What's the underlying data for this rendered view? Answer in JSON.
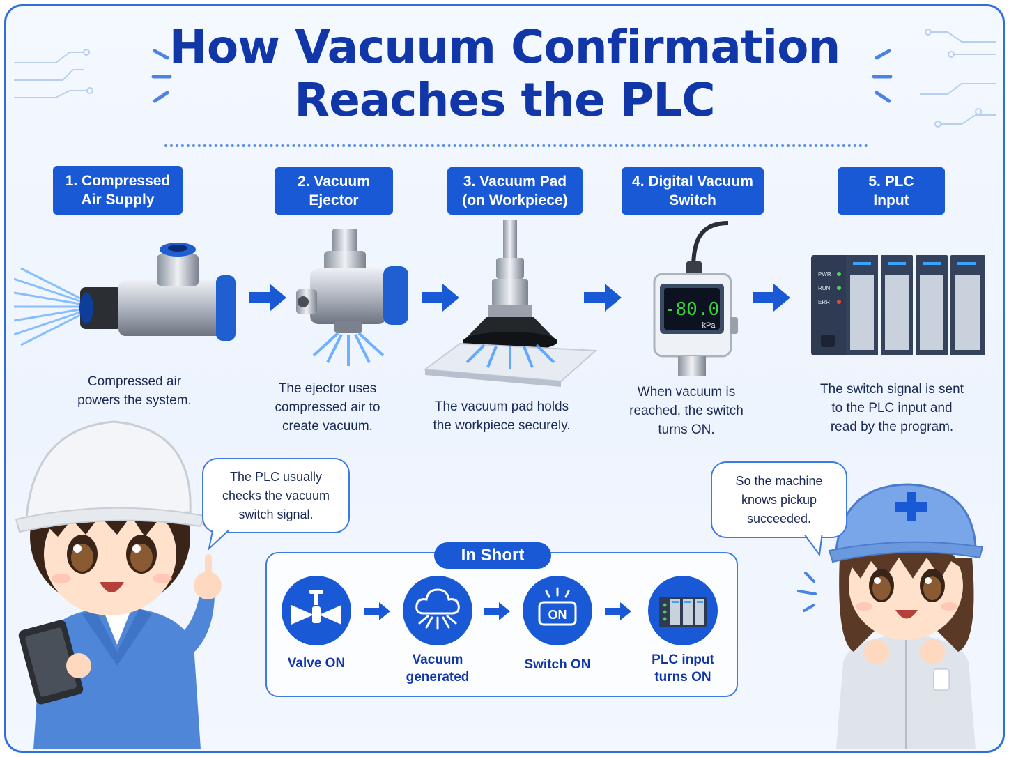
{
  "title": {
    "line1": "How Vacuum Confirmation",
    "line2": "Reaches the PLC"
  },
  "steps": [
    {
      "label_line1": "1. Compressed",
      "label_line2": "Air Supply",
      "desc": [
        "Compressed air",
        "powers the system."
      ],
      "icon": "compressed-air-fitting-icon"
    },
    {
      "label_line1": "2. Vacuum",
      "label_line2": "Ejector",
      "desc": [
        "The ejector uses",
        "compressed air to",
        "create vacuum."
      ],
      "icon": "vacuum-ejector-icon"
    },
    {
      "label_line1": "3. Vacuum Pad",
      "label_line2": "(on Workpiece)",
      "desc": [
        "The vacuum pad holds",
        "the workpiece securely."
      ],
      "icon": "vacuum-pad-icon"
    },
    {
      "label_line1": "4. Digital Vacuum",
      "label_line2": "Switch",
      "desc": [
        "When vacuum is",
        "reached, the switch",
        "turns ON."
      ],
      "icon": "digital-vacuum-switch-icon"
    },
    {
      "label_line1": "5. PLC",
      "label_line2": "Input",
      "desc": [
        "The switch signal is sent",
        "to the PLC input and",
        "read by the program."
      ],
      "icon": "plc-rack-icon"
    }
  ],
  "switch_display": {
    "value": "-80.0",
    "unit": "kPa"
  },
  "plc_leds": [
    "PWR",
    "RUN",
    "ERR"
  ],
  "bubbles": {
    "left": [
      "The PLC usually",
      "checks the vacuum",
      "switch signal."
    ],
    "right": [
      "So the machine",
      "knows pickup",
      "succeeded."
    ]
  },
  "in_short": {
    "title": "In Short",
    "items": [
      {
        "label": [
          "Valve ON"
        ],
        "icon": "valve-icon"
      },
      {
        "label": [
          "Vacuum",
          "generated"
        ],
        "icon": "vacuum-cloud-icon"
      },
      {
        "label": [
          "Switch ON"
        ],
        "icon": "switch-on-icon",
        "badge": "ON"
      },
      {
        "label": [
          "PLC input",
          "turns ON"
        ],
        "icon": "plc-module-icon"
      }
    ]
  },
  "colors": {
    "accent": "#1a59d6",
    "title": "#1136a8",
    "border": "#2f6fdc",
    "display_green": "#3bd23b"
  }
}
